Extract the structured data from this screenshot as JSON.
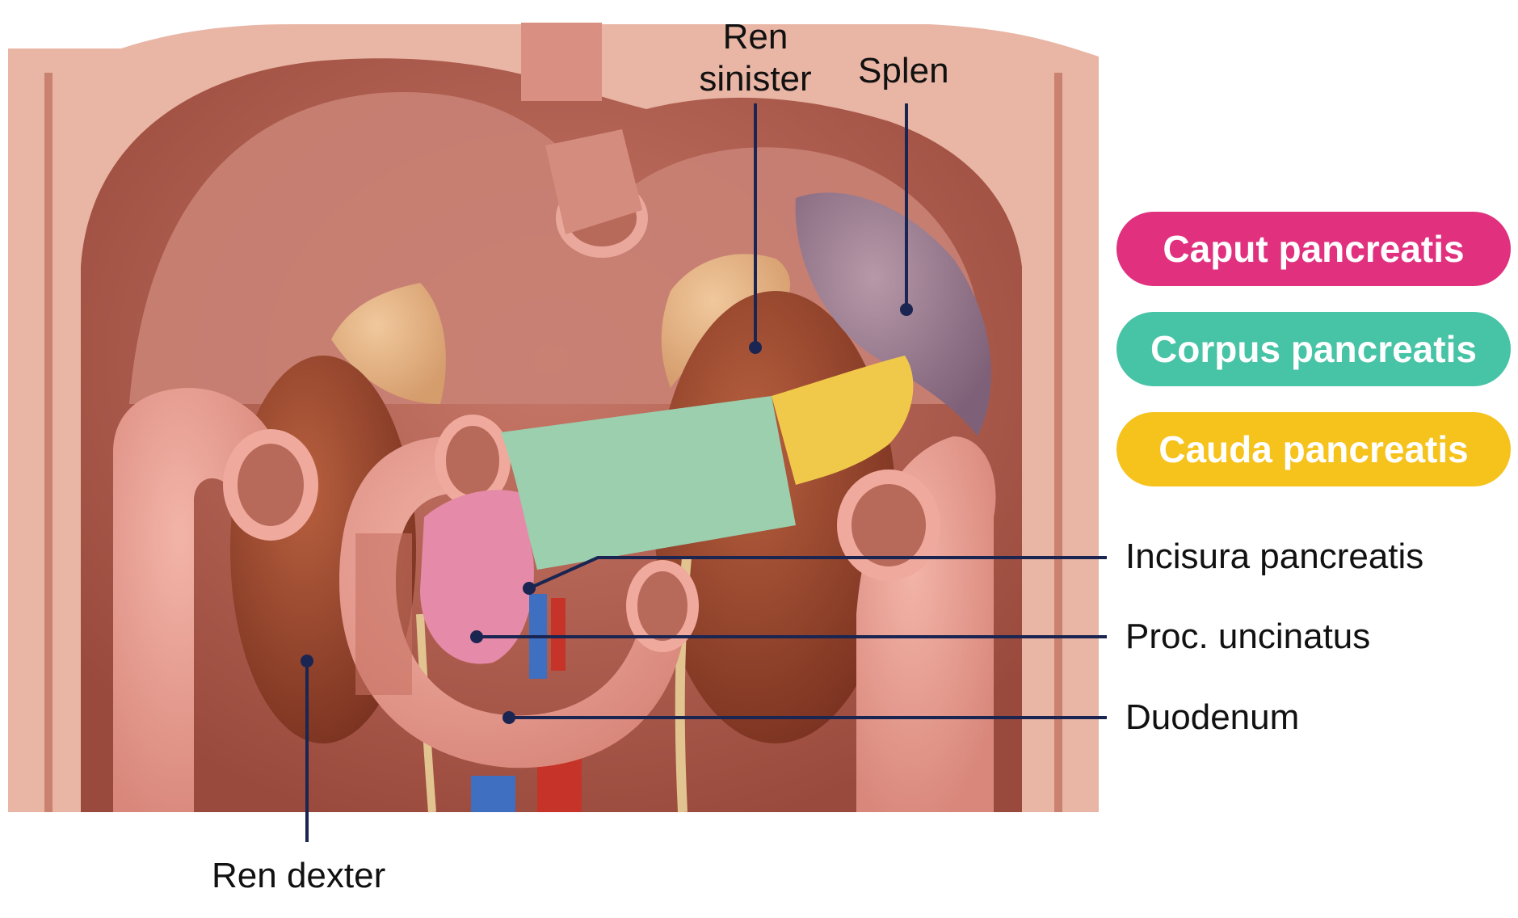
{
  "labels": {
    "ren_sinister_line1": "Ren",
    "ren_sinister_line2": "sinister",
    "splen": "Splen",
    "incisura": "Incisura pancreatis",
    "uncinatus": "Proc. uncinatus",
    "duodenum": "Duodenum",
    "ren_dexter": "Ren dexter"
  },
  "legend": [
    {
      "label": "Caput pancreatis",
      "color": "#e0307e"
    },
    {
      "label": "Corpus pancreatis",
      "color": "#47c3a6"
    },
    {
      "label": "Cauda pancreatis",
      "color": "#f6c21c"
    }
  ],
  "colors": {
    "leader": "#1a2552",
    "caput": "#e58aa8",
    "corpus": "#9ccfae",
    "cauda": "#f0c94a"
  }
}
